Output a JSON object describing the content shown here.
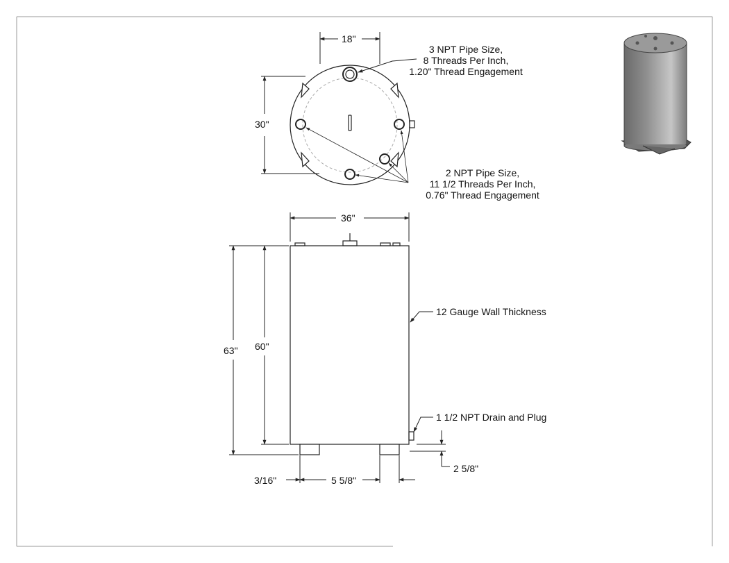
{
  "top_view": {
    "dim_width": "18\"",
    "dim_height": "30\"",
    "callout_large": {
      "line1": "3 NPT Pipe Size,",
      "line2": "8 Threads Per Inch,",
      "line3": "1.20\" Thread Engagement"
    },
    "callout_small": {
      "line1": "2 NPT Pipe Size,",
      "line2": "11 1/2 Threads Per Inch,",
      "line3": "0.76\" Thread Engagement"
    }
  },
  "front_view": {
    "dim_diameter": "36\"",
    "dim_overall_height": "63\"",
    "dim_body_height": "60\"",
    "wall_note": "12 Gauge Wall Thickness",
    "drain_note": "1 1/2 NPT Drain and Plug",
    "dim_drain_height": "2 5/8\"",
    "dim_leg_offset": "3/16\"",
    "dim_leg_width": "5 5/8\""
  },
  "colors": {
    "line": "#222222",
    "tank_shade_dark": "#6b6b6b",
    "tank_shade_light": "#c9c9c9",
    "tank_top": "#9a9a9a"
  }
}
